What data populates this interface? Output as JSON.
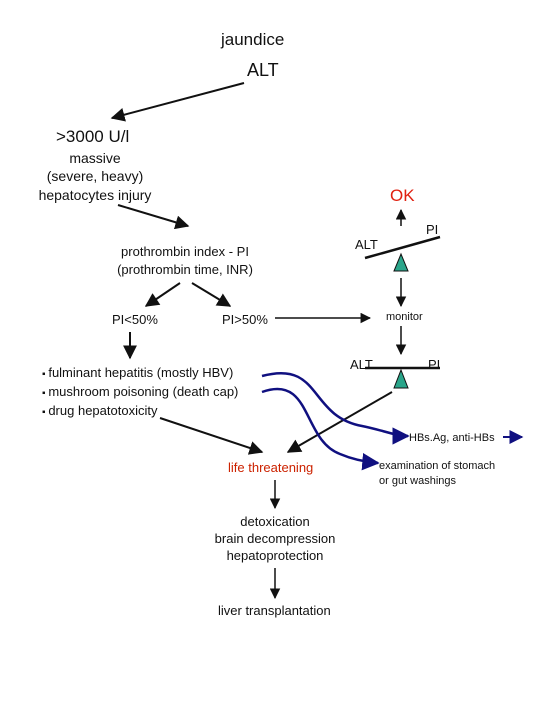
{
  "title": "jaundice",
  "alt_top": "ALT",
  "high_alt": ">3000 U/l",
  "injury": [
    "massive",
    "(severe, heavy)",
    "hepatocytes injury"
  ],
  "ok": "OK",
  "prothrombin": [
    "prothrombin index - PI",
    "(prothrombin time, INR)"
  ],
  "pi_low": "PI<50%",
  "pi_high": "PI>50%",
  "monitor": "monitor",
  "scale1": {
    "left": "ALT",
    "right": "PI"
  },
  "scale2": {
    "left": "ALT",
    "right": "PI"
  },
  "causes": [
    "fulminant hepatitis (mostly HBV)",
    "mushroom poisoning (death cap)",
    "drug hepatotoxicity"
  ],
  "hbs": "HBs.Ag, anti-HBs",
  "stomach": [
    "examination of stomach",
    "or gut washings"
  ],
  "life": "life threatening",
  "treatment": [
    "detoxication",
    "brain decompression",
    "hepatoprotection"
  ],
  "transplant": "liver transplantation",
  "colors": {
    "red": "#cc2200",
    "ok": "#e02010",
    "navy": "#101080",
    "teal": "#2aa58a"
  }
}
